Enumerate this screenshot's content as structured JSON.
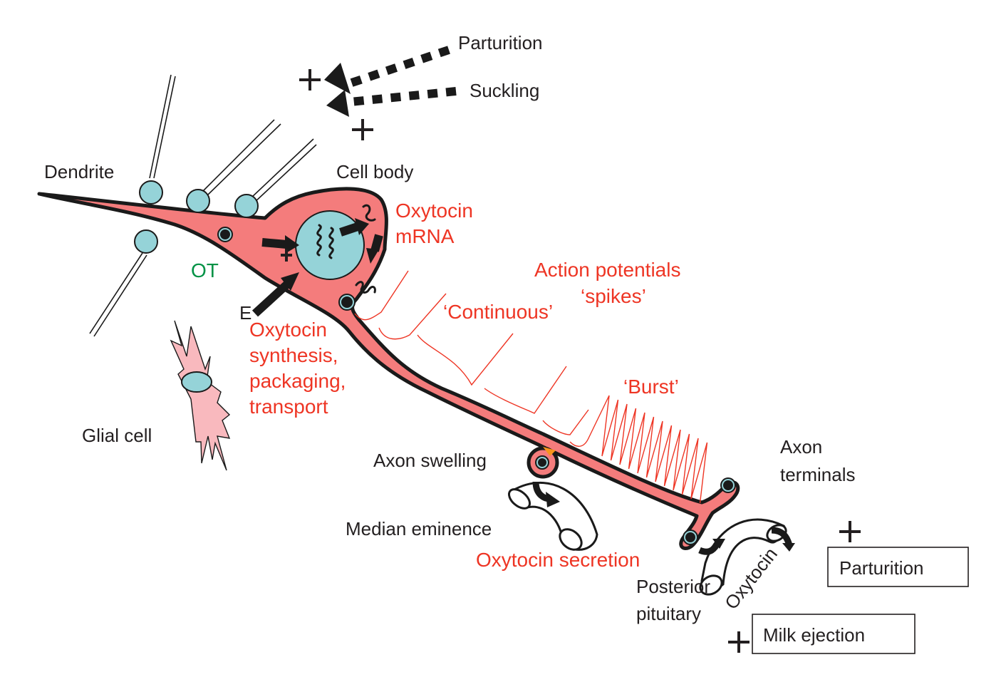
{
  "figure": {
    "title": "Oxytocin neuron: synthesis, firing and secretion",
    "colors": {
      "neuron_fill": "#f47c7c",
      "nucleus_fill": "#95d3d8",
      "glial_fill": "#f9b9be",
      "red_text": "#ee3524",
      "green_text": "#009245",
      "black_text": "#231f20"
    }
  },
  "inputs": {
    "parturition": "Parturition",
    "suckling": "Suckling",
    "plus_sign": "+"
  },
  "labels": {
    "dendrite": "Dendrite",
    "cell_body": "Cell body",
    "ot": "OT",
    "e": "E",
    "glial_cell": "Glial cell",
    "axon_swelling": "Axon swelling",
    "median_eminence": "Median eminence",
    "axon_terminals_line1": "Axon",
    "axon_terminals_line2": "terminals",
    "posterior_pituitary_line1": "Posterior",
    "posterior_pituitary_line2": "pituitary",
    "oxytocin_vessel": "Oxytocin"
  },
  "red_labels": {
    "mrna_line1": "Oxytocin",
    "mrna_line2": "mRNA",
    "synthesis_line1": "Oxytocin",
    "synthesis_line2": "synthesis,",
    "synthesis_line3": "packaging,",
    "synthesis_line4": "transport",
    "action_potentials_line1": "Action potentials",
    "action_potentials_line2": "‘spikes’",
    "continuous": "‘Continuous’",
    "burst": "‘Burst’",
    "secretion": "Oxytocin secretion"
  },
  "outputs": {
    "parturition": "Parturition",
    "milk_ejection": "Milk ejection",
    "plus_sign": "+"
  }
}
